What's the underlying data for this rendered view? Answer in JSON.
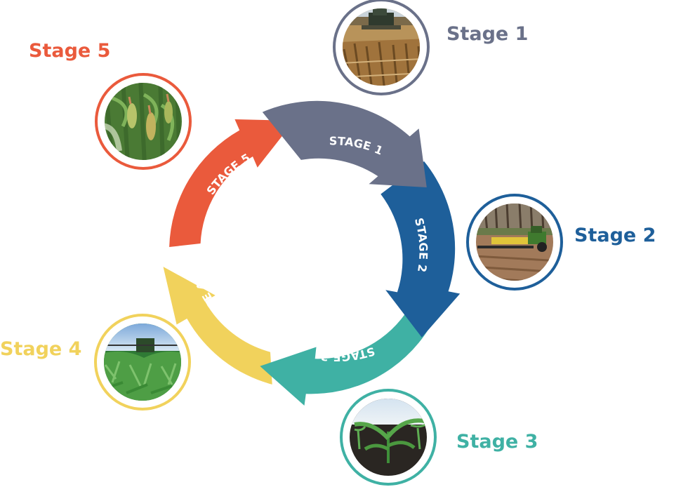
{
  "diagram": {
    "stages": [
      {
        "id": "stage1",
        "outer_label": "Stage 1",
        "arc_label": "STAGE 1",
        "color": "#6a7189",
        "arc_text_color": "#ffffff",
        "photo": "combine-harvesting-icon"
      },
      {
        "id": "stage2",
        "outer_label": "Stage 2",
        "arc_label": "STAGE 2",
        "color": "#1e5f9a",
        "arc_text_color": "#ffffff",
        "photo": "tractor-planter-icon"
      },
      {
        "id": "stage3",
        "outer_label": "Stage 3",
        "arc_label": "STAGE 3",
        "color": "#3fb1a4",
        "arc_text_color": "#ffffff",
        "photo": "corn-seedling-icon"
      },
      {
        "id": "stage4",
        "outer_label": "Stage 4",
        "arc_label": "STAGE 4",
        "color": "#f1d25c",
        "arc_text_color": "#1f3a5a",
        "photo": "sprayer-field-icon"
      },
      {
        "id": "stage5",
        "outer_label": "Stage 5",
        "arc_label": "STAGE 5",
        "color": "#ea5a3c",
        "arc_text_color": "#ffffff",
        "photo": "mature-corn-icon"
      }
    ]
  }
}
